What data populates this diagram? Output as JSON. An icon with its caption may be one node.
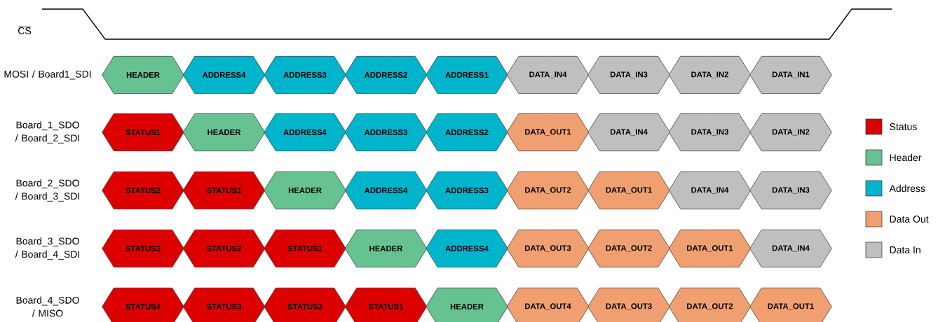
{
  "diagram": {
    "nodes": [
      {
        "text": [
          "HEADER"
        ]
      },
      {
        "text": [
          "ADDRESS4"
        ]
      },
      {
        "text": [
          "ADDRESS3"
        ]
      },
      {
        "text": [
          "ADDRESS2"
        ]
      },
      {
        "text": [
          "ADDRESS1"
        ]
      },
      {
        "text": [
          "DATA_IN4"
        ]
      },
      {
        "text": [
          "DATA_IN3"
        ]
      },
      {
        "text": [
          "DATA_IN2"
        ]
      },
      {
        "text": [
          "DATA_IN1"
        ]
      },
      {
        "text": [
          "STATUS1"
        ]
      },
      {
        "text": [
          "HEADER"
        ]
      },
      {
        "text": [
          "ADDRESS4"
        ]
      },
      {
        "text": [
          "ADDRESS3"
        ]
      },
      {
        "text": [
          "ADDRESS2"
        ]
      },
      {
        "text": [
          "DATA_OUT1"
        ]
      },
      {
        "text": [
          "DATA_IN4"
        ]
      },
      {
        "text": [
          "DATA_IN3"
        ]
      },
      {
        "text": [
          "DATA_IN2"
        ]
      },
      {
        "text": [
          "STATUS2"
        ]
      },
      {
        "text": [
          "STATUS1"
        ]
      },
      {
        "text": [
          "HEADER"
        ]
      },
      {
        "text": [
          "ADDRESS4"
        ]
      },
      {
        "text": [
          "ADDRESS3"
        ]
      },
      {
        "text": [
          "DATA_OUT2"
        ]
      },
      {
        "text": [
          "DATA_OUT1"
        ]
      },
      {
        "text": [
          "DATA_IN4"
        ]
      },
      {
        "text": [
          "DATA_IN3"
        ]
      },
      {
        "text": [
          "STATUS3"
        ]
      },
      {
        "text": [
          "STATUS2"
        ]
      },
      {
        "text": [
          "STATUS1"
        ]
      },
      {
        "text": [
          "HEADER"
        ]
      },
      {
        "text": [
          "ADDRESS4"
        ]
      },
      {
        "text": [
          "DATA_OUT3"
        ]
      },
      {
        "text": [
          "DATA_OUT2"
        ]
      },
      {
        "text": [
          "DATA_OUT1"
        ]
      },
      {
        "text": [
          "DATA_IN4"
        ]
      },
      {
        "text": [
          "STATUS4"
        ]
      },
      {
        "text": [
          "STATUS3"
        ]
      },
      {
        "text": [
          "STATUS2"
        ]
      },
      {
        "text": [
          "STATUS1"
        ]
      },
      {
        "text": [
          "HEADER"
        ]
      },
      {
        "text": [
          "DATA_OUT4"
        ]
      },
      {
        "text": [
          "DATA_OUT3"
        ]
      },
      {
        "text": [
          "DATA_OUT2"
        ]
      },
      {
        "text": [
          "DATA_OUT1"
        ]
      }
    ],
    "labels": [
      "CS",
      "MOSI / Board1_SDI",
      "Board_1_SDO / Board_2_SDI",
      "Board_2_SDO / Board_3_SDI",
      "Board_3_SDO / Board_4_SDI",
      "Board_4_SDO / MISO"
    ],
    "legend": [
      {
        "text": "Status",
        "color": "#dd0000"
      },
      {
        "text": "Header",
        "color": "#66c290"
      },
      {
        "text": "Address",
        "color": "#00b4cc"
      },
      {
        "text": "Data Out",
        "color": "#f0a070"
      },
      {
        "text": "Data In",
        "color": "#bfbfbf"
      }
    ]
  }
}
